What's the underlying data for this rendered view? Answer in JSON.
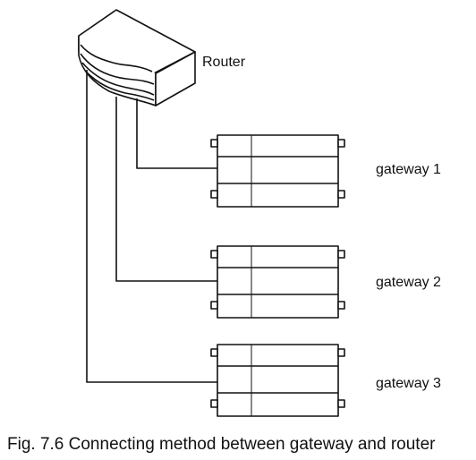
{
  "router": {
    "label": "Router"
  },
  "gateways": [
    {
      "label": "gateway 1"
    },
    {
      "label": "gateway 2"
    },
    {
      "label": "gateway 3"
    }
  ],
  "caption": "Fig. 7.6 Connecting method between gateway and router",
  "colors": {
    "line": "#111111",
    "background": "#ffffff"
  }
}
